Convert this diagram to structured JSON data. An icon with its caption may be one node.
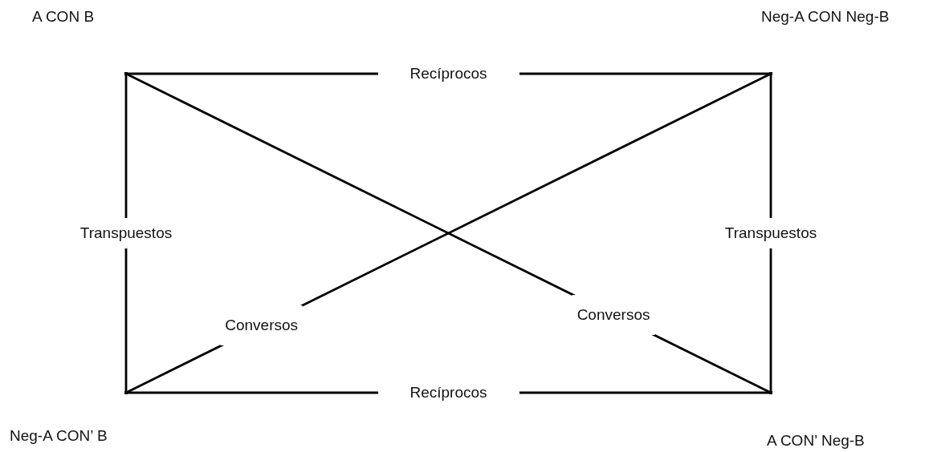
{
  "diagram": {
    "nodes": [
      {
        "text": [],
        "shape": "point",
        "beside": [
          "A CON B"
        ]
      },
      {
        "text": [],
        "shape": "point",
        "beside": [
          "Neg-A CON Neg-B"
        ]
      },
      {
        "text": [],
        "shape": "point",
        "beside": [
          "Neg-A CON’ B"
        ]
      },
      {
        "text": [],
        "shape": "point",
        "beside": [
          "A CON’ Neg-B"
        ]
      }
    ],
    "edges": [
      {
        "from": 0,
        "to": 1,
        "arrow": "none",
        "label": "Recíprocos"
      },
      {
        "from": 0,
        "to": 2,
        "arrow": "none",
        "label": "Transpuestos"
      },
      {
        "from": 1,
        "to": 3,
        "arrow": "none",
        "label": "Transpuestos"
      },
      {
        "from": 1,
        "to": 2,
        "arrow": "none",
        "label": "Conversos"
      },
      {
        "from": 0,
        "to": 3,
        "arrow": "none",
        "label": "Conversos"
      },
      {
        "from": 2,
        "to": 3,
        "arrow": "none",
        "label": "Recíprocos"
      }
    ]
  }
}
